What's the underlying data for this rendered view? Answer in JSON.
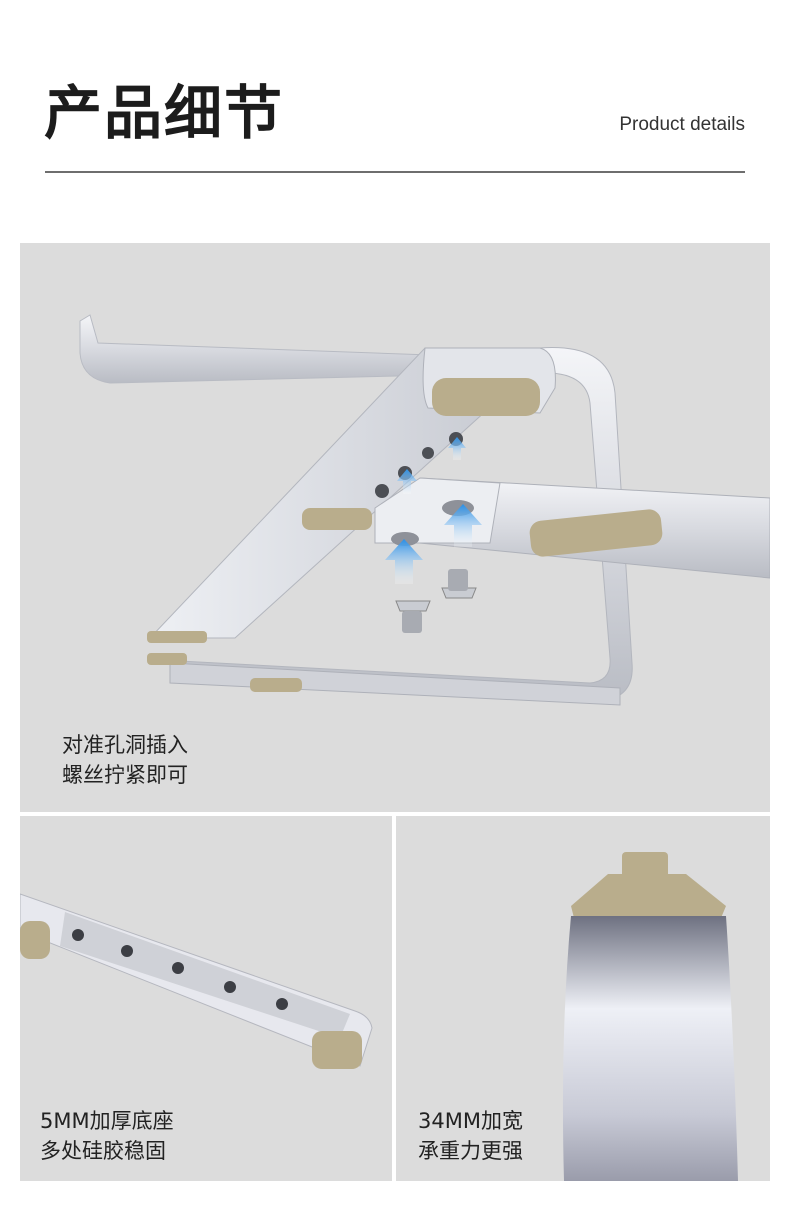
{
  "header": {
    "title": "产品细节",
    "subtitle": "Product details"
  },
  "panels": {
    "top": {
      "caption_line1": "对准孔洞插入",
      "caption_line2": "螺丝拧紧即可"
    },
    "bottom_left": {
      "caption_line1": "5MM加厚底座",
      "caption_line2": "多处硅胶稳固"
    },
    "bottom_right": {
      "caption_line1": "34MM加宽",
      "caption_line2": "承重力更强"
    }
  },
  "colors": {
    "background": "#ffffff",
    "panel": "#dcdcdc",
    "aluminum": "#d9dbe0",
    "silicone_pad": "#b9ad8c",
    "arrow": "#2a8fe6",
    "divider": "#6e6e6e"
  }
}
